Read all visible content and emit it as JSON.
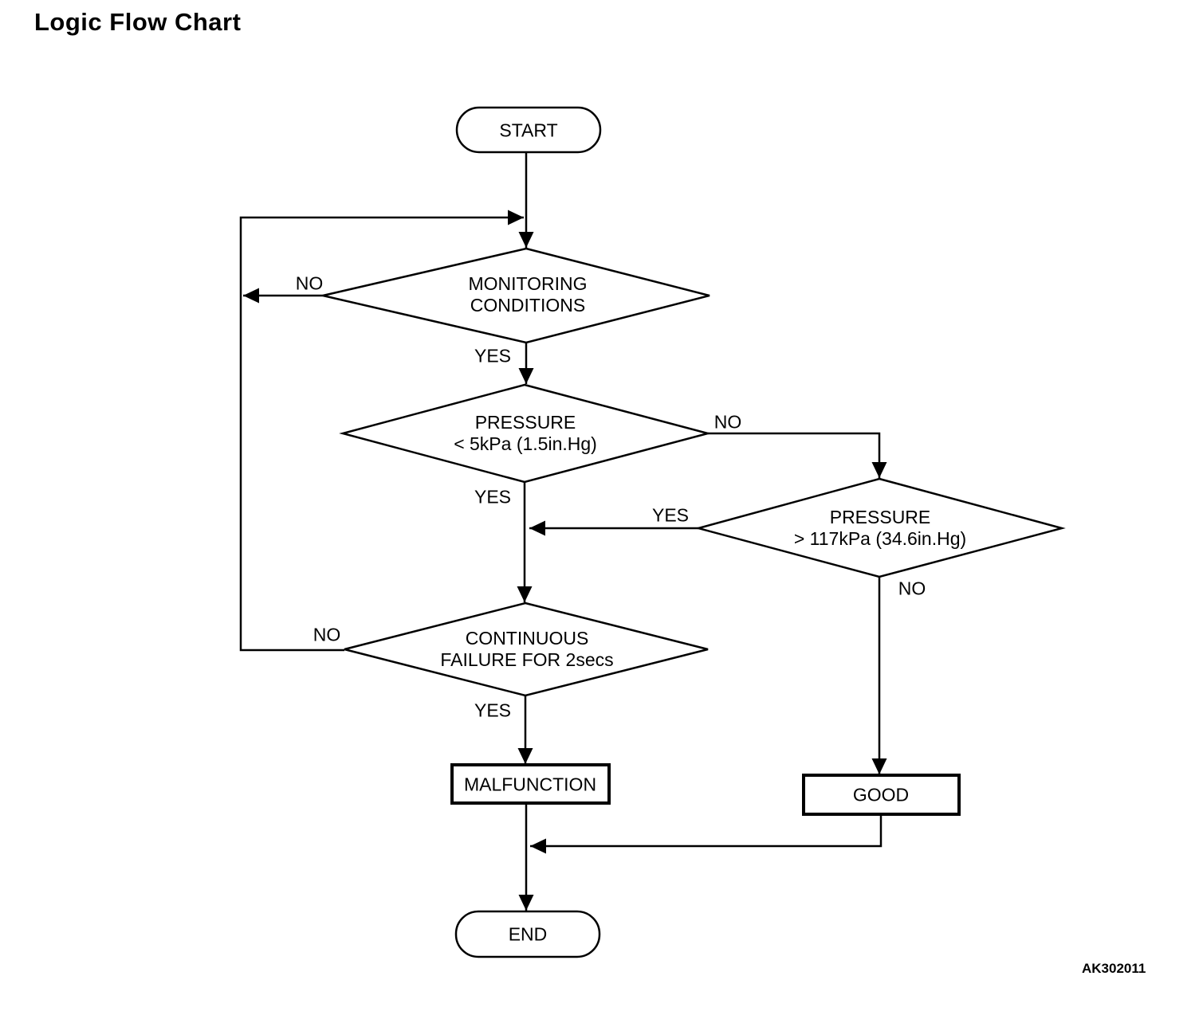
{
  "title": "Logic Flow Chart",
  "figure_code": "AK302011",
  "colors": {
    "line": "#000000",
    "background": "#ffffff",
    "text": "#000000"
  },
  "nodes": {
    "start": {
      "type": "terminator",
      "label": "START"
    },
    "monitoring": {
      "type": "decision",
      "line1": "MONITORING",
      "line2": "CONDITIONS"
    },
    "pressure_low": {
      "type": "decision",
      "line1": "PRESSURE",
      "line2": "< 5kPa (1.5in.Hg)"
    },
    "pressure_high": {
      "type": "decision",
      "line1": "PRESSURE",
      "line2": "> 117kPa (34.6in.Hg)"
    },
    "continuous_failure": {
      "type": "decision",
      "line1": "CONTINUOUS",
      "line2": "FAILURE FOR 2secs"
    },
    "malfunction": {
      "type": "process",
      "label": "MALFUNCTION"
    },
    "good": {
      "type": "process",
      "label": "GOOD"
    },
    "end": {
      "type": "terminator",
      "label": "END"
    }
  },
  "edge_labels": {
    "monitoring_no": "NO",
    "monitoring_yes": "YES",
    "pressure_low_no": "NO",
    "pressure_low_yes": "YES",
    "pressure_high_yes": "YES",
    "pressure_high_no": "NO",
    "continuous_failure_no": "NO",
    "continuous_failure_yes": "YES"
  }
}
